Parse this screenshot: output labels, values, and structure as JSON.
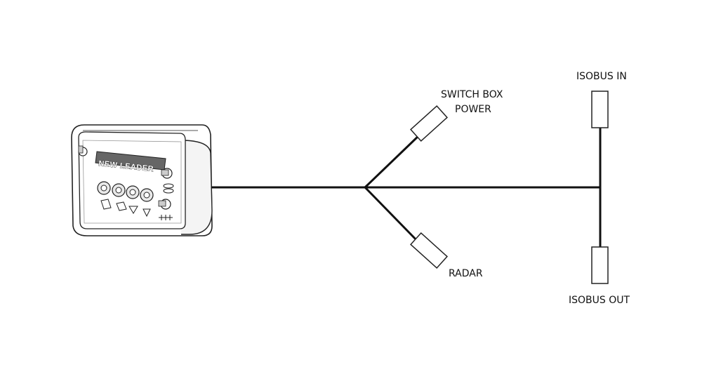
{
  "diagram": {
    "controller": {
      "brand_label": "NEW LEADER"
    },
    "connectors": {
      "switch_box_power": {
        "line1": "SWITCH BOX",
        "line2": "POWER"
      },
      "radar": {
        "label": "RADAR"
      },
      "isobus_in": {
        "label": "ISOBUS IN"
      },
      "isobus_out": {
        "label": "ISOBUS OUT"
      }
    }
  },
  "colors": {
    "line": "#111111",
    "background": "#ffffff"
  }
}
